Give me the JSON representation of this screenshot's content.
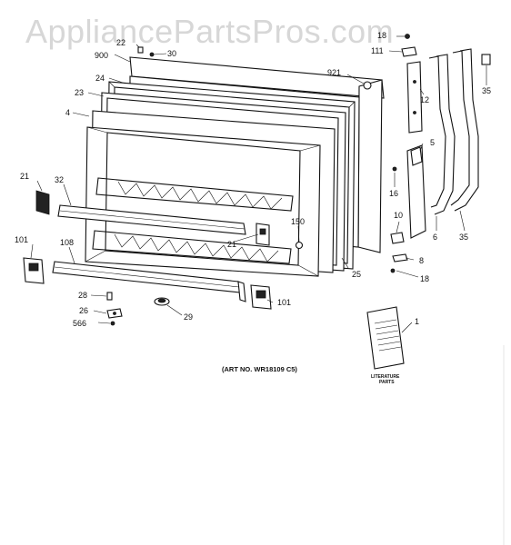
{
  "watermark": "AppliancePartsPros.com",
  "art_number": "(ART NO. WR18109 C5)",
  "literature_label": [
    "LITERATURE",
    "PARTS"
  ],
  "callouts": {
    "c1": "1",
    "c4": "4",
    "c5": "5",
    "c6": "6",
    "c8": "8",
    "c10": "10",
    "c12": "12",
    "c16": "16",
    "c18a": "18",
    "c18b": "18",
    "c21a": "21",
    "c21b": "21",
    "c22": "22",
    "c23": "23",
    "c24": "24",
    "c25": "25",
    "c26": "26",
    "c28": "28",
    "c29": "29",
    "c30": "30",
    "c32": "32",
    "c35a": "35",
    "c35b": "35",
    "c101a": "101",
    "c101b": "101",
    "c108": "108",
    "c111": "111",
    "c150": "150",
    "c566": "566",
    "c900": "900",
    "c921": "921"
  }
}
